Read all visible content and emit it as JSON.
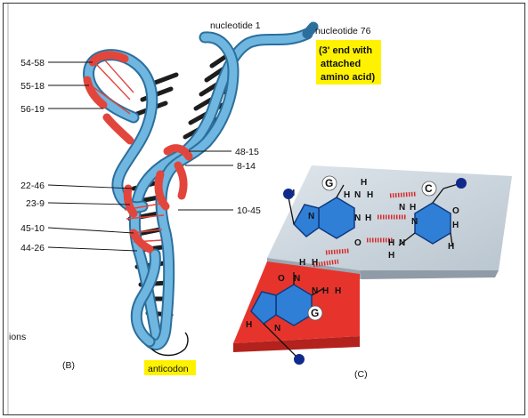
{
  "labels": {
    "nucleotide1": "nucleotide 1",
    "nucleotide76": "nucleotide 76",
    "end_line1": "(3' end with",
    "end_line2": "attached",
    "end_line3": "amino acid)",
    "anticodon": "anticodon",
    "panelB": "(B)",
    "panelC": "(C)",
    "margin_text": "ions"
  },
  "pair_labels_left": [
    "54-58",
    "55-18",
    "56-19",
    "22-46",
    "23-9",
    "45-10",
    "44-26"
  ],
  "pair_labels_right": [
    "48-15",
    "8-14",
    "10-45"
  ],
  "bases": {
    "top_left": "G",
    "top_right": "C",
    "bottom": "G"
  },
  "atoms": {
    "H": "H",
    "N": "N",
    "O": "O"
  },
  "colors": {
    "backbone_blue": "#5fa9d6",
    "backbone_dark": "#2c6f9c",
    "tertiary_red": "#e2453c",
    "highlight_yellow": "#fff200",
    "slab_grey": "#c9d4dc",
    "slab_red": "#e6342d",
    "ring_blue": "#2f7fd6",
    "atom_navy": "#102a8c"
  }
}
